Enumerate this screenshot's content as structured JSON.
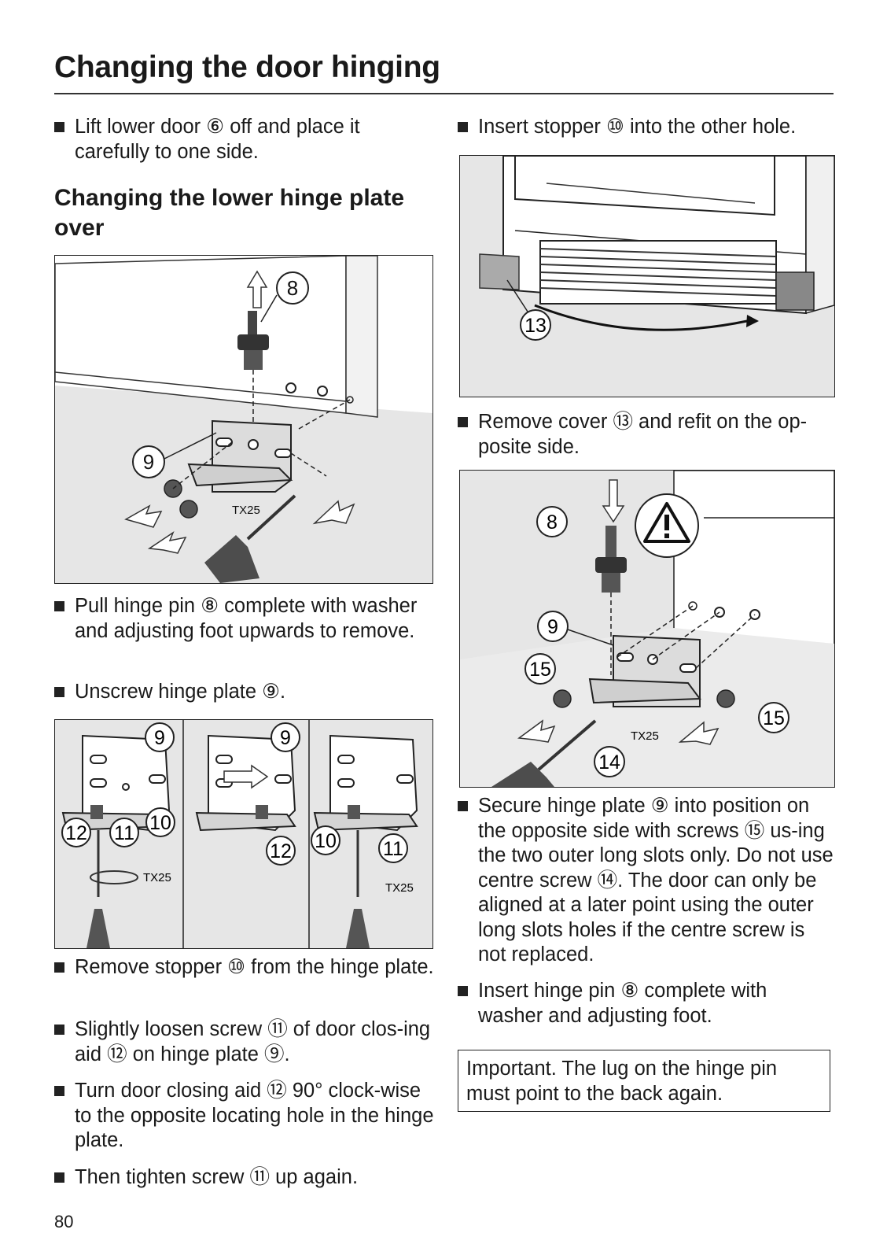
{
  "page": {
    "title": "Changing the door hinging",
    "subheading": "Changing the lower hinge plate over",
    "page_number": "80",
    "note": "Important. The lug on the hinge pin must point to the back again."
  },
  "left": {
    "bullet1": "Lift lower door ⑥ off and place it carefully to one side.",
    "bullet2": "Pull hinge pin ⑧ complete with washer and adjusting foot upwards to remove.",
    "bullet3": "Unscrew hinge plate ⑨.",
    "bullet4": "Remove stopper ⑩ from the hinge plate.",
    "bullet5": "Slightly loosen screw ⑪ of door clos-ing aid ⑫ on hinge plate ⑨.",
    "bullet6": "Turn door closing aid ⑫ 90° clock-wise to the opposite locating hole in the hinge plate.",
    "bullet7": "Then tighten screw ⑪ up again."
  },
  "right": {
    "bullet1": "Insert stopper ⑩ into the other hole.",
    "bullet2": "Remove cover ⑬ and refit on the op-posite side.",
    "bullet3": "Secure hinge plate ⑨ into position on the opposite side with screws ⑮ us-ing the two outer long slots only. Do not use centre screw ⑭. The door can only be aligned at a later point using the outer long slots holes if the centre screw is not replaced.",
    "bullet4": "Insert hinge pin ⑧ complete with washer and adjusting foot."
  },
  "figures": {
    "fig1": {
      "callouts": [
        "8",
        "9"
      ],
      "tool": "TX25"
    },
    "fig2": {
      "panel1": [
        "9",
        "12",
        "11",
        "10"
      ],
      "panel2": [
        "9",
        "12"
      ],
      "panel3": [
        "10",
        "11"
      ],
      "tool": "TX25"
    },
    "fig3": {
      "callouts": [
        "13"
      ]
    },
    "fig4": {
      "callouts": [
        "8",
        "9",
        "15",
        "15",
        "14"
      ],
      "tool": "TX25"
    }
  }
}
